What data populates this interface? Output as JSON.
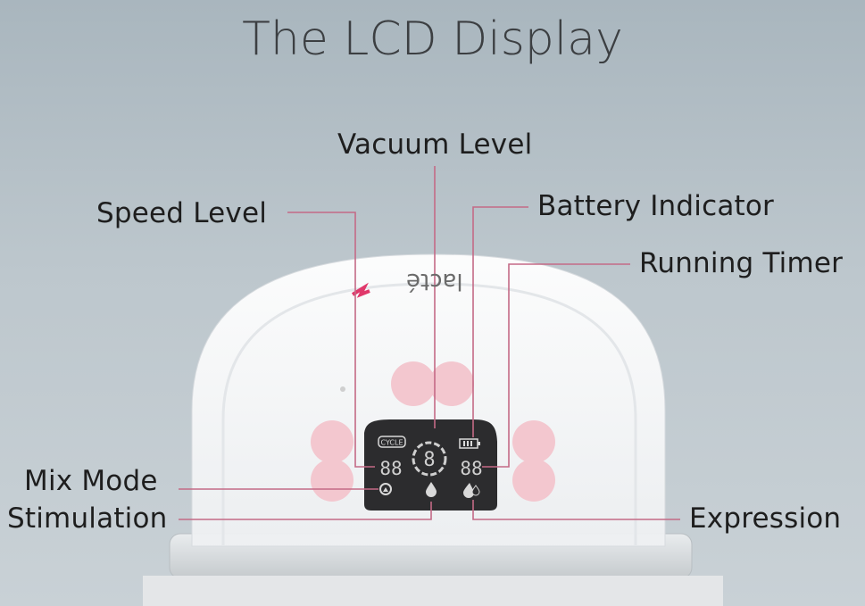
{
  "title": "The LCD Display",
  "brand_logo": "lacté",
  "labels": {
    "vacuum_level": "Vacuum Level",
    "speed_level": "Speed Level",
    "battery_indicator": "Battery Indicator",
    "running_timer": "Running Timer",
    "mix_mode": "Mix Mode",
    "stimulation": "Stimulation",
    "expression": "Expression"
  },
  "lcd": {
    "cycle_badge": "CYCLE",
    "speed_digits": "88",
    "vacuum_digit": "8",
    "timer_digits": "88"
  },
  "colors": {
    "leader_line": "#c46a86",
    "lcd_background": "#2c2c2e",
    "lcd_segment": "#d9d9d9",
    "button_pink": "#f3c7cf"
  }
}
